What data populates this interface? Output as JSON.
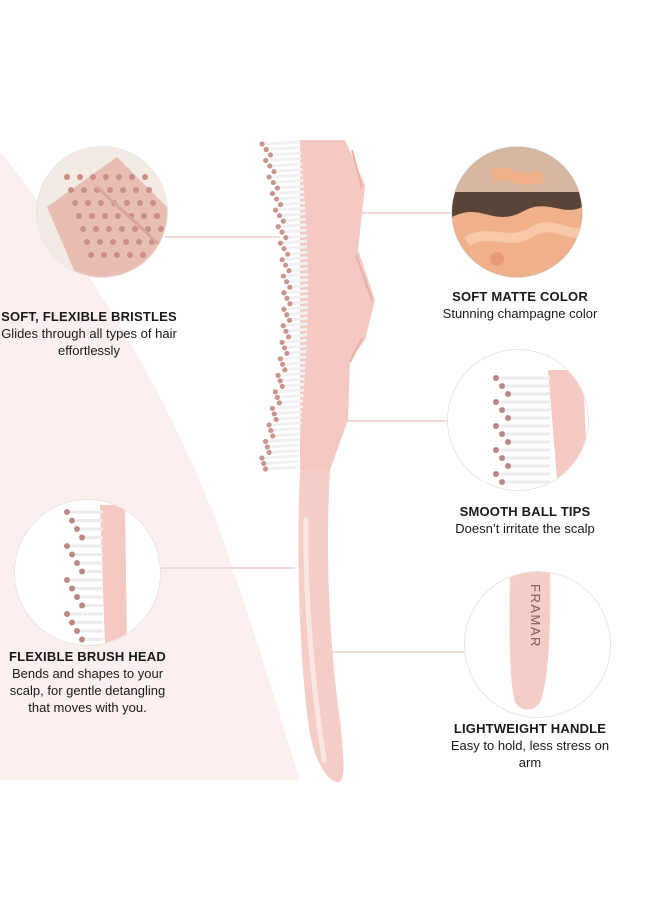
{
  "colors": {
    "accent_pink": "#f2c6c0",
    "brush_pink": "#f4cdc7",
    "background_blush": "#fbf0ee",
    "text": "#1a1a1a"
  },
  "brand": "FRAMAR",
  "features": [
    {
      "title": "SOFT, FLEXIBLE BRISTLES",
      "description": "Glides through all types of hair effortlessly"
    },
    {
      "title": "SOFT MATTE COLOR",
      "description": "Stunning champagne color"
    },
    {
      "title": "SMOOTH BALL TIPS",
      "description": "Doesn’t irritate the scalp"
    },
    {
      "title": "FLEXIBLE BRUSH HEAD",
      "description": "Bends and shapes to your scalp, for gentle detangling that moves with you."
    },
    {
      "title": "LIGHTWEIGHT HANDLE",
      "description": "Easy to hold, less stress on arm"
    }
  ]
}
